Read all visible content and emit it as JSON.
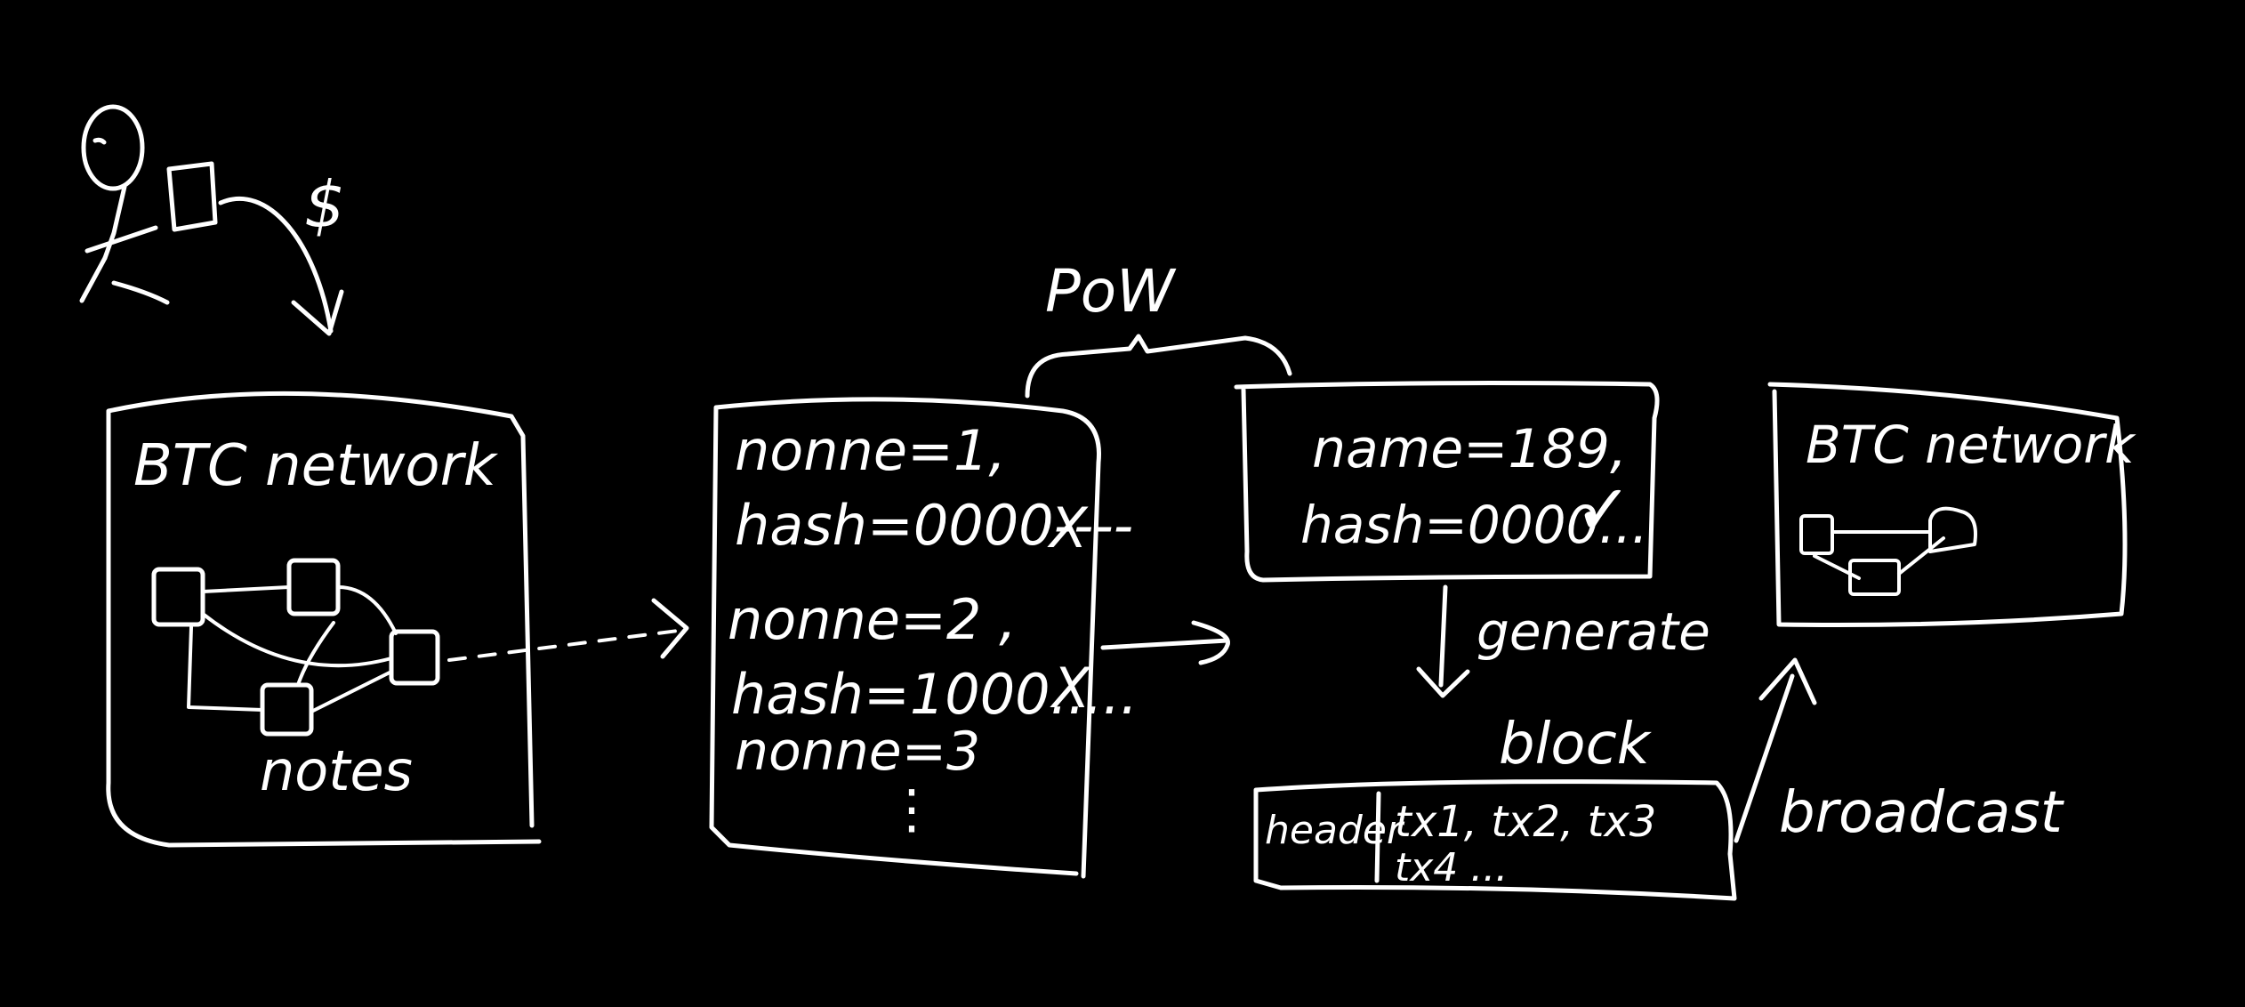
{
  "colors": {
    "background": "#000000",
    "ink": "#ffffff"
  },
  "user": {
    "currency_symbol": "$"
  },
  "network_left": {
    "title": "BTC network",
    "nodes_label": "notes"
  },
  "mining": {
    "attempts": [
      {
        "nonce": "nonne=1,",
        "hash": "hash=0000----",
        "mark": "X"
      },
      {
        "nonce": "nonne=2 ,",
        "hash": "hash=1000.....",
        "mark": "X"
      },
      {
        "nonce": "nonne=3",
        "hash": "",
        "mark": ""
      }
    ],
    "ellipsis": "⋮"
  },
  "pow": {
    "label": "PoW"
  },
  "success": {
    "nonce": "name=189,",
    "hash": "hash=0000...",
    "mark": "✓"
  },
  "generate": {
    "label": "generate"
  },
  "block": {
    "label": "block",
    "header": "header",
    "txs_line1": "tx1, tx2, tx3",
    "txs_line2": "tx4 ..."
  },
  "broadcast": {
    "label": "broadcast"
  },
  "network_right": {
    "title": "BTC network"
  }
}
